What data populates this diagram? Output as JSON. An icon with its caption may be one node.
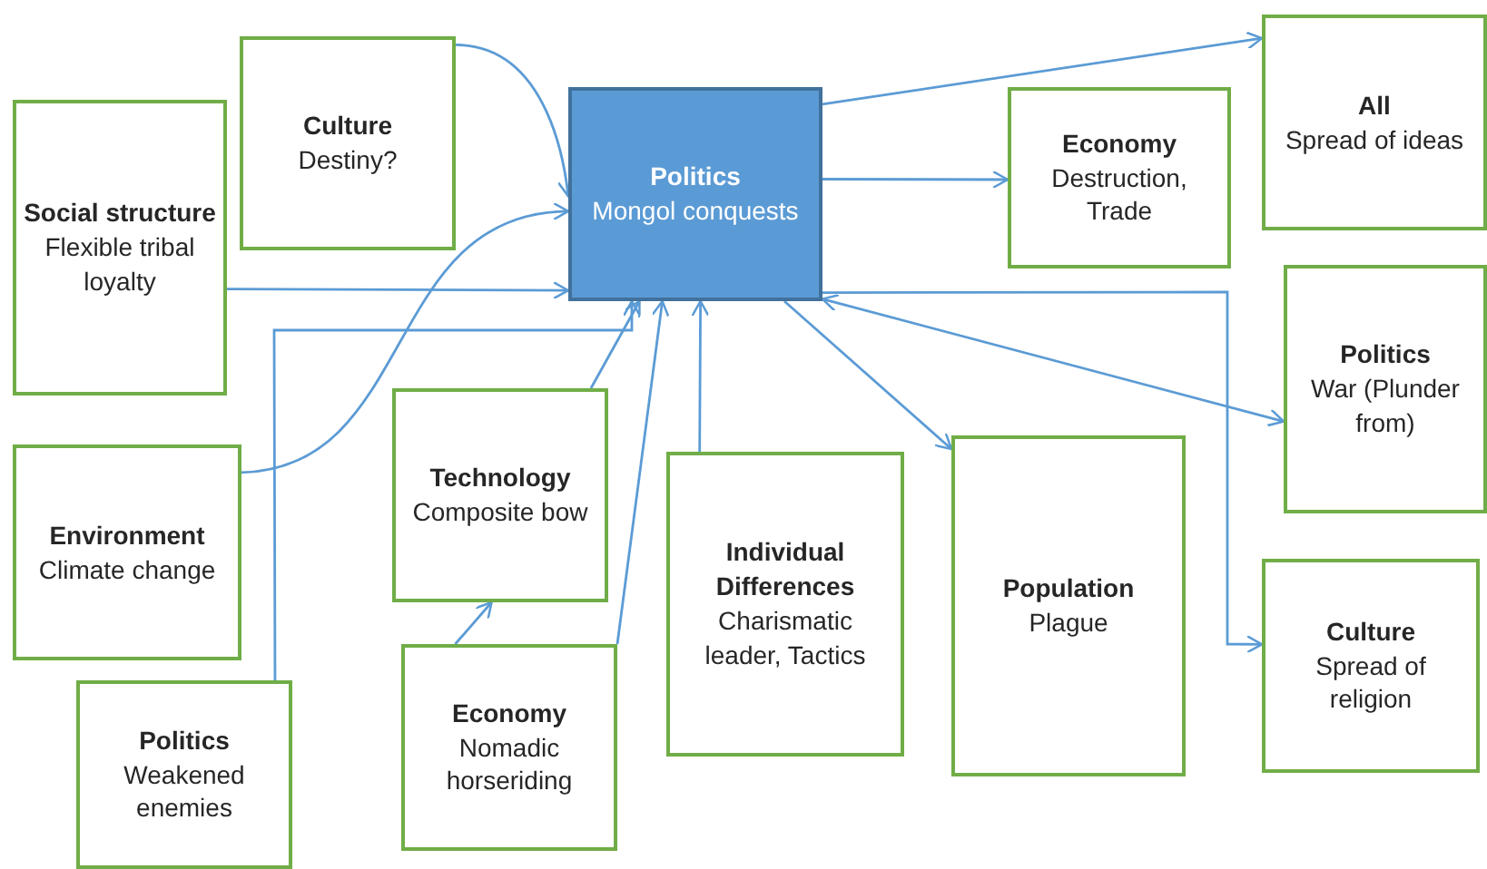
{
  "diagram": {
    "nodes": [
      {
        "text": [
          "Culture",
          "Destiny?"
        ]
      },
      {
        "text": [
          "Social structure",
          "Flexible tribal loyalty"
        ]
      },
      {
        "text": [
          "Politics",
          "Mongol conquests"
        ]
      },
      {
        "text": [
          "Economy",
          "Destruction, Trade"
        ]
      },
      {
        "text": [
          "All",
          "Spread of ideas"
        ]
      },
      {
        "text": [
          "Environment",
          "Climate change"
        ]
      },
      {
        "text": [
          "Technology",
          "Composite bow"
        ]
      },
      {
        "text": [
          "Politics",
          "War (Plunder from)"
        ]
      },
      {
        "text": [
          "Individual Differences",
          "Charismatic leader, Tactics"
        ]
      },
      {
        "text": [
          "Population",
          "Plague"
        ]
      },
      {
        "text": [
          "Politics",
          "Weakened enemies"
        ]
      },
      {
        "text": [
          "Economy",
          "Nomadic horseriding"
        ]
      },
      {
        "text": [
          "Culture",
          "Spread of religion"
        ]
      }
    ],
    "edges": [
      {
        "from": 0,
        "to": 2,
        "arrow": "to"
      },
      {
        "from": 1,
        "to": 2,
        "arrow": "to"
      },
      {
        "from": 5,
        "to": 2,
        "arrow": "to"
      },
      {
        "from": 10,
        "to": 2,
        "arrow": "to"
      },
      {
        "from": 6,
        "to": 2,
        "arrow": "to"
      },
      {
        "from": 11,
        "to": 6,
        "arrow": "to"
      },
      {
        "from": 11,
        "to": 2,
        "arrow": "to"
      },
      {
        "from": 8,
        "to": 2,
        "arrow": "to"
      },
      {
        "from": 2,
        "to": 4,
        "arrow": "to"
      },
      {
        "from": 2,
        "to": 3,
        "arrow": "to"
      },
      {
        "from": 2,
        "to": 9,
        "arrow": "to"
      },
      {
        "from": 2,
        "to": 7,
        "arrow": "both"
      },
      {
        "from": 2,
        "to": 12,
        "arrow": "to"
      }
    ]
  }
}
